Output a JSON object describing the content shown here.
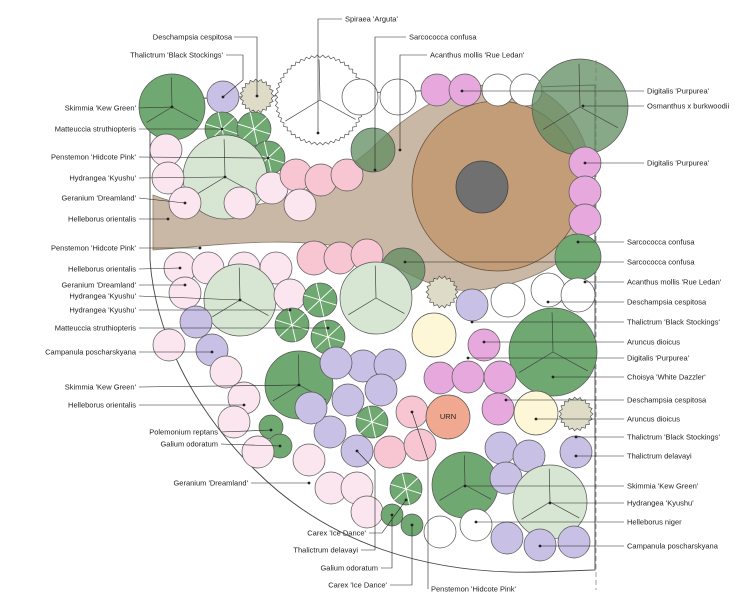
{
  "colors": {
    "border_fill": "#ffffff",
    "path_fill": "#c9b8a6",
    "patio_fill": "#c39c78",
    "urn_center": "#707070",
    "urn_plant": "#f1a891",
    "fill_green": "#6fa870",
    "fill_light_green": "#d6e6d2",
    "fill_lavender": "#c9c0e6",
    "fill_pink": "#f7c6d2",
    "fill_light_pink": "#fbe5ef",
    "fill_magenta": "#e7a8de",
    "fill_cream": "#fdf7d7",
    "fill_beige": "#dedbc7",
    "fill_white": "#ffffff",
    "fill_dark_green_translucent": "rgba(96,140,96,0.75)"
  },
  "labels": {
    "left": [
      "Skimmia 'Kew Green'",
      "Matteuccia struthiopteris",
      "Penstemon 'Hidcote Pink'",
      "Hydrangea 'Kyushu'",
      "Geranium 'Dreamland'",
      "Helleborus orientalis",
      "Penstemon 'Hidcote Pink'",
      "Helleborus orientalis",
      "Geranium 'Dreamland'",
      "Hydrangea 'Kyushu'",
      "Hydrangea 'Kyushu'",
      "Matteuccia struthiopteris",
      "Campanula poscharskyana",
      "Skimmia 'Kew Green'",
      "Helleborus orientalis",
      "Polemonium reptans",
      "Galium odoratum",
      "Geranium 'Dreamland'"
    ],
    "top": [
      "Deschampsia cespitosa",
      "Thalictrum 'Black Stockings'",
      "Spiraea 'Arguta'",
      "Sarcococca confusa",
      "Acanthus mollis 'Rue Ledan'"
    ],
    "right": [
      "Digitalis 'Purpurea'",
      "Osmanthus x burkwoodii",
      "Digitalis 'Purpurea'",
      "Sarcococca confusa",
      "Sarcococca confusa",
      "Acanthus mollis 'Rue Ledan'",
      "Deschampsia cespitosa",
      "Thalictrum 'Black Stockings'",
      "Aruncus dioicus",
      "Digitalis 'Purpurea'",
      "Choisya 'White Dazzler'",
      "Deschampsia cespitosa",
      "Aruncus dioicus",
      "Thalictrum 'Black Stockings'",
      "Thalictrum delavayi",
      "Skimmia 'Kew Green'",
      "Hydrangea 'Kyushu'",
      "Helleborus niger",
      "Campanula poscharskyana"
    ],
    "bottom": [
      "Carex 'Ice Dance'",
      "Thalictrum delavayi",
      "Galium odoratum",
      "Carex 'Ice Dance'",
      "Penstemon 'Hidcote Pink'"
    ],
    "urn": "URN"
  }
}
